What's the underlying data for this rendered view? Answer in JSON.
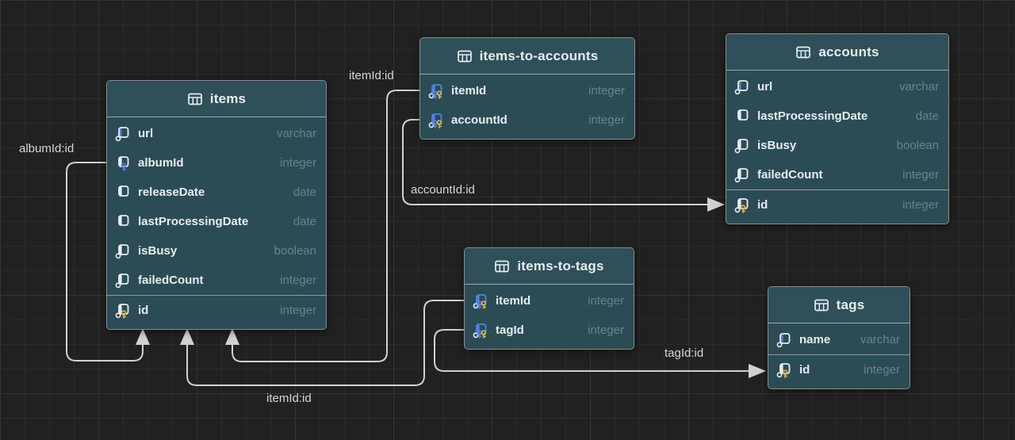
{
  "colors": {
    "canvas_bg": "#212121",
    "table_header": "#2f5059",
    "table_body": "#2c4c55",
    "connector": "#cfd2d2",
    "accent_blue": "#4d82e8",
    "primary_key_gold": "#e3b341",
    "field_name": "#e7edee",
    "field_type": "#6d8186"
  },
  "tables": [
    {
      "name": "items",
      "icon": "table-grid-icon",
      "fields": [
        {
          "name": "url",
          "type": "varchar",
          "icon": "indexed-nullable-column-icon"
        },
        {
          "name": "albumId",
          "type": "integer",
          "icon": "foreign-key-icon"
        },
        {
          "name": "releaseDate",
          "type": "date",
          "icon": "column-icon"
        },
        {
          "name": "lastProcessingDate",
          "type": "date",
          "icon": "column-icon"
        },
        {
          "name": "isBusy",
          "type": "boolean",
          "icon": "nullable-column-icon"
        },
        {
          "name": "failedCount",
          "type": "integer",
          "icon": "nullable-column-icon"
        }
      ],
      "key_fields": [
        {
          "name": "id",
          "type": "integer",
          "icon": "primary-key-icon"
        }
      ]
    },
    {
      "name": "items-to-accounts",
      "icon": "table-grid-icon",
      "fields": [
        {
          "name": "itemId",
          "type": "integer",
          "icon": "composite-key-icon"
        },
        {
          "name": "accountId",
          "type": "integer",
          "icon": "composite-key-icon"
        }
      ],
      "key_fields": []
    },
    {
      "name": "accounts",
      "icon": "table-grid-icon",
      "fields": [
        {
          "name": "url",
          "type": "varchar",
          "icon": "indexed-nullable-column-icon"
        },
        {
          "name": "lastProcessingDate",
          "type": "date",
          "icon": "column-icon"
        },
        {
          "name": "isBusy",
          "type": "boolean",
          "icon": "nullable-column-icon"
        },
        {
          "name": "failedCount",
          "type": "integer",
          "icon": "nullable-column-icon"
        }
      ],
      "key_fields": [
        {
          "name": "id",
          "type": "integer",
          "icon": "primary-key-icon"
        }
      ]
    },
    {
      "name": "items-to-tags",
      "icon": "table-grid-icon",
      "fields": [
        {
          "name": "itemId",
          "type": "integer",
          "icon": "composite-key-icon"
        },
        {
          "name": "tagId",
          "type": "integer",
          "icon": "composite-key-icon"
        }
      ],
      "key_fields": []
    },
    {
      "name": "tags",
      "icon": "table-grid-icon",
      "fields": [
        {
          "name": "name",
          "type": "varchar",
          "icon": "indexed-nullable-column-icon"
        }
      ],
      "key_fields": [
        {
          "name": "id",
          "type": "integer",
          "icon": "primary-key-icon"
        }
      ]
    }
  ],
  "relationships": [
    {
      "label": "albumId:id",
      "from": "items.albumId",
      "to": "items.id"
    },
    {
      "label": "itemId:id",
      "from": "items-to-accounts.itemId",
      "to": "items.id"
    },
    {
      "label": "accountId:id",
      "from": "items-to-accounts.accountId",
      "to": "accounts.id"
    },
    {
      "label": "itemId:id",
      "from": "items-to-tags.itemId",
      "to": "items.id"
    },
    {
      "label": "tagId:id",
      "from": "items-to-tags.tagId",
      "to": "tags.id"
    }
  ]
}
